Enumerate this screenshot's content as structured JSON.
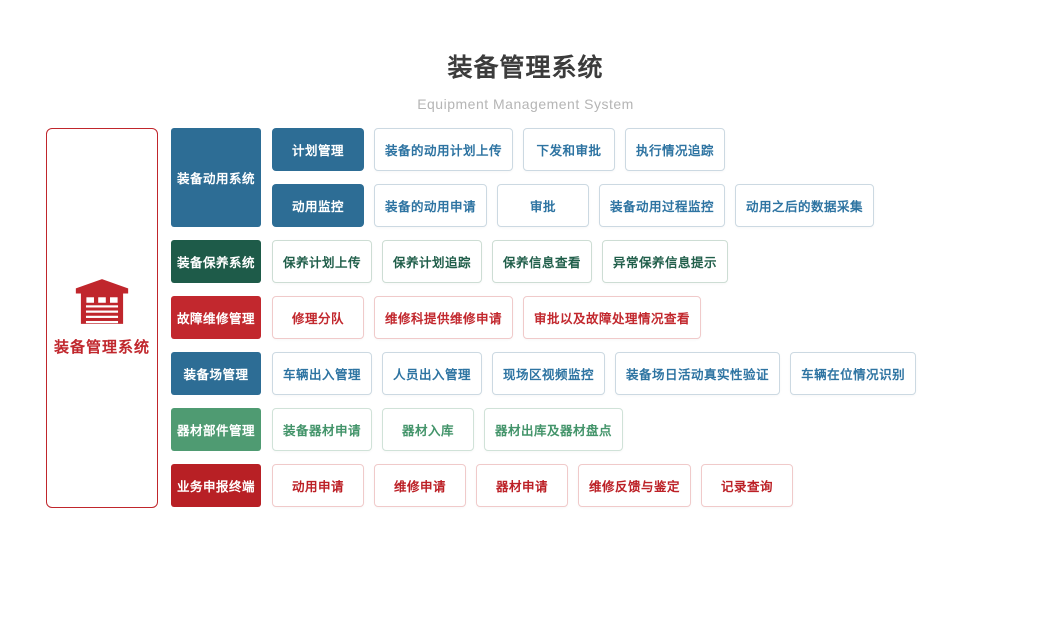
{
  "header": {
    "title": "装备管理系统",
    "subtitle": "Equipment Management System"
  },
  "root": {
    "label": "装备管理系统",
    "icon": "warehouse-icon"
  },
  "systems": [
    {
      "label": "装备动用系统",
      "theme": "blue",
      "subgroups": [
        {
          "label": "计划管理",
          "items": [
            "装备的动用计划上传",
            "下发和审批",
            "执行情况追踪"
          ]
        },
        {
          "label": "动用监控",
          "items": [
            "装备的动用申请",
            "审批",
            "装备动用过程监控",
            "动用之后的数据采集"
          ]
        }
      ]
    },
    {
      "label": "装备保养系统",
      "theme": "dark_green",
      "items": [
        "保养计划上传",
        "保养计划追踪",
        "保养信息查看",
        "异常保养信息提示"
      ]
    },
    {
      "label": "故障维修管理",
      "theme": "red",
      "items": [
        "修理分队",
        "维修科提供维修申请",
        "审批以及故障处理情况查看"
      ]
    },
    {
      "label": "装备场管理",
      "theme": "blue",
      "items": [
        "车辆出入管理",
        "人员出入管理",
        "现场区视频监控",
        "装备场日活动真实性验证",
        "车辆在位情况识别"
      ]
    },
    {
      "label": "器材部件管理",
      "theme": "green",
      "items": [
        "装备器材申请",
        "器材入库",
        "器材出库及器材盘点"
      ]
    },
    {
      "label": "业务申报终端",
      "theme": "dark_red",
      "items": [
        "动用申请",
        "维修申请",
        "器材申请",
        "维修反馈与鉴定",
        "记录查询"
      ]
    }
  ],
  "colors": {
    "accent_red": "#c0262c",
    "blue": "#2d6d95",
    "blue_text": "#2e74a2",
    "blue_border": "#ccd9e2",
    "dark_green": "#1e5b49",
    "dark_green_text": "#215f4b",
    "dark_green_border": "#cdddd4",
    "red": "#c2282e",
    "red_text": "#c2282e",
    "red_border": "#f0caca",
    "green": "#4f9b72",
    "green_text": "#43946a",
    "green_border": "#d0e2d8",
    "dark_red": "#b82025",
    "dark_red_text": "#bc2026",
    "dark_red_border": "#f0caca"
  }
}
